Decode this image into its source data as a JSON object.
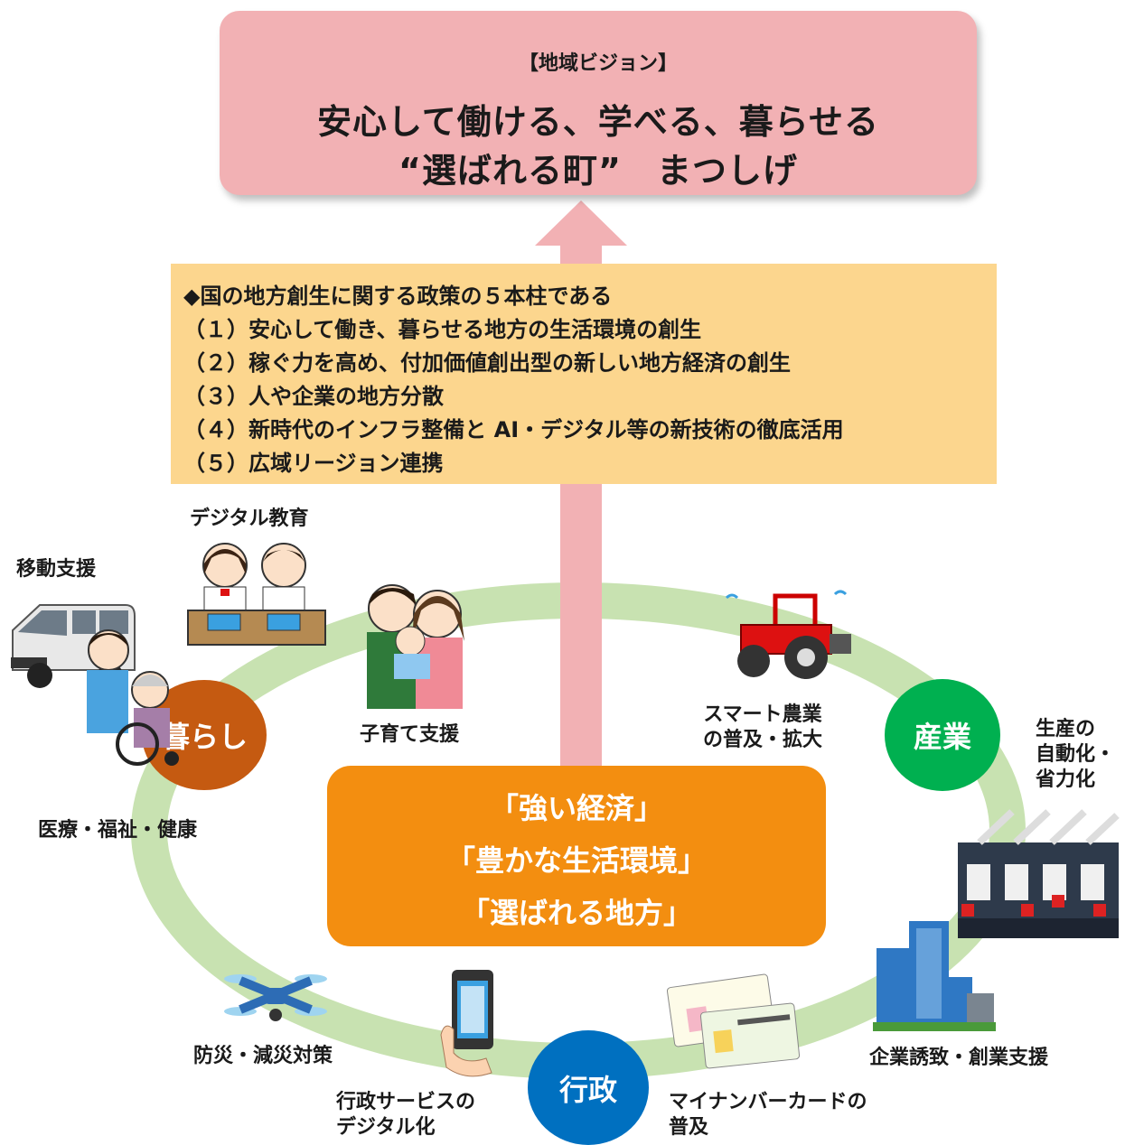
{
  "vision": {
    "heading": "【地域ビジョン】",
    "line1": "安心して働ける、学べる、暮らせる",
    "line2": "“選ばれる町”　まつしげ"
  },
  "policy": {
    "heading": "◆国の地方創生に関する政策の５本柱である",
    "items": [
      "（１）安心して働き、暮らせる地方の生活環境の創生",
      "（２）稼ぐ力を高め、付加価値創出型の新しい地方経済の創生",
      "（３）人や企業の地方分散",
      "（４）新時代のインフラ整備と AI・デジタル等の新技術の徹底活用",
      "（５）広域リージョン連携"
    ]
  },
  "center": {
    "line1": "「強い経済」",
    "line2": "「豊かな生活環境」",
    "line3": "「選ばれる地方」"
  },
  "pillars": {
    "kurashi": "暮らし",
    "sangyo": "産業",
    "gyosei": "行政"
  },
  "labels": {
    "digital_education": "デジタル教育",
    "mobility_support": "移動支援",
    "childcare_support": "子育て支援",
    "medical_welfare": "医療・福祉・健康",
    "disaster_prevention": "防災・減災対策",
    "gov_digital": [
      "行政サービスの",
      "デジタル化"
    ],
    "mynumber": [
      "マイナンバーカードの",
      "普及"
    ],
    "company_attraction": "企業誘致・創業支援",
    "smart_agriculture": [
      "スマート農業",
      "の普及・拡大"
    ],
    "automation": [
      "生産の",
      "自動化・",
      "省力化"
    ]
  },
  "colors": {
    "vision_bg": "#f2b1b4",
    "arrow": "#f2b1b4",
    "policy_bg": "#fcd68e",
    "center_bg": "#f38e10",
    "ring": "#c8e2b1",
    "kurashi": "#c55a11",
    "sangyo": "#00b050",
    "gyosei": "#0070c0"
  }
}
